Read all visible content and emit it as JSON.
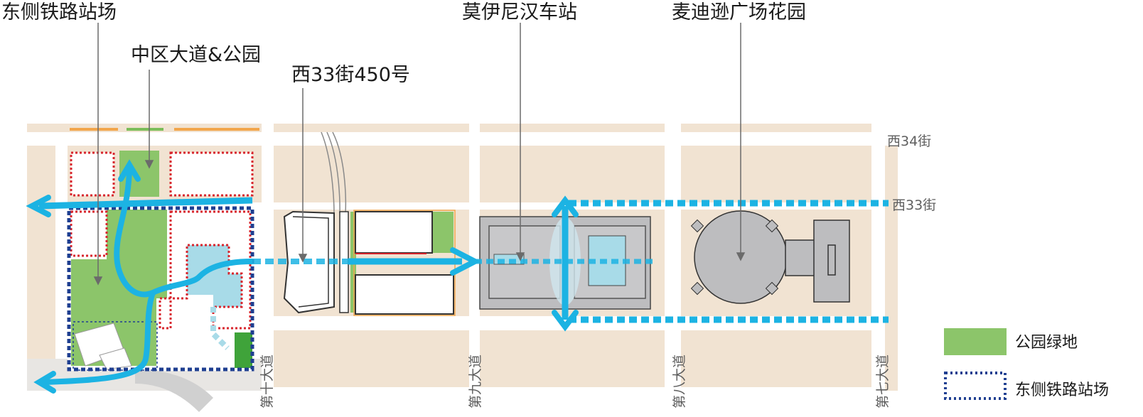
{
  "callouts": {
    "east_rail_yards": "东侧铁路站场",
    "midblock_boulevard_park": "中区大道&公园",
    "west33_450": "西33街450号",
    "moynihan_station": "莫伊尼汉车站",
    "msg_garden": "麦迪逊广场花园"
  },
  "streets": {
    "w34": "西34街",
    "w33": "西33街",
    "tenth_ave": "第十大道",
    "ninth_ave": "第九大道",
    "eighth_ave": "第八大道",
    "seventh_ave": "第七大道"
  },
  "legend": {
    "park": "公园绿地",
    "rail_yards": "东侧铁路站场"
  },
  "colors": {
    "block": "#f3e6d6",
    "park": "#8cc56a",
    "building": "#bdbdbf",
    "arrow": "#1cb3e3",
    "boundary": "#1f3f91",
    "parcel_dots": "#d8262e",
    "street_lines": "#ffffff"
  }
}
